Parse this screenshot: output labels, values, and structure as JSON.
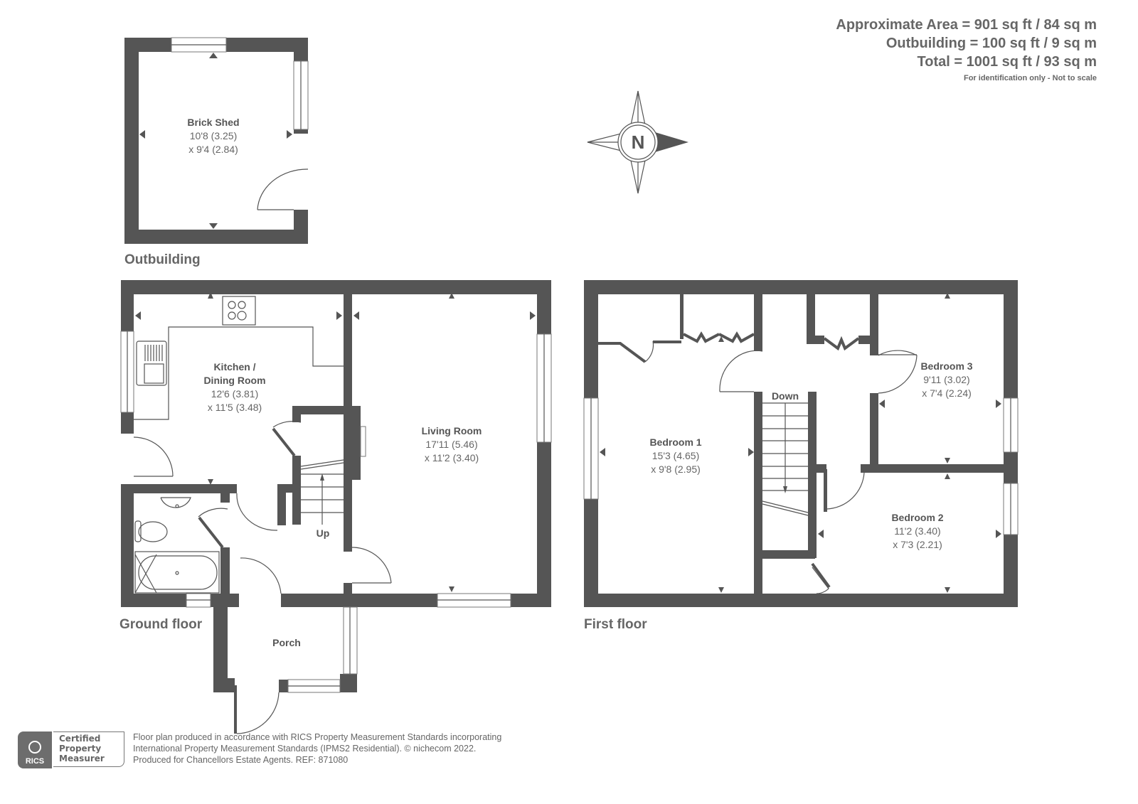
{
  "area_summary": {
    "approximate_area": "Approximate Area = 901 sq ft / 84 sq m",
    "outbuilding": "Outbuilding = 100 sq ft / 9 sq m",
    "total": "Total = 1001 sq ft / 93 sq m",
    "note": "For identification only - Not to scale"
  },
  "compass": {
    "label": "N",
    "icon": "compass-rose-icon"
  },
  "floors": {
    "outbuilding": {
      "label": "Outbuilding",
      "rooms": [
        {
          "name": "Brick Shed",
          "dim1": "10'8 (3.25)",
          "dim2": "x 9'4 (2.84)"
        }
      ]
    },
    "ground": {
      "label": "Ground floor",
      "rooms": [
        {
          "name_line1": "Kitchen /",
          "name_line2": "Dining Room",
          "dim1": "12'6 (3.81)",
          "dim2": "x 11'5 (3.48)"
        },
        {
          "name": "Living Room",
          "dim1": "17'11 (5.46)",
          "dim2": "x 11'2 (3.40)"
        },
        {
          "name": "Porch"
        }
      ],
      "stairs_label": "Up"
    },
    "first": {
      "label": "First floor",
      "rooms": [
        {
          "name": "Bedroom 1",
          "dim1": "15'3 (4.65)",
          "dim2": "x 9'8 (2.95)"
        },
        {
          "name": "Bedroom 2",
          "dim1": "11'2 (3.40)",
          "dim2": "x 7'3 (2.21)"
        },
        {
          "name": "Bedroom 3",
          "dim1": "9'11 (3.02)",
          "dim2": "x 7'4 (2.24)"
        }
      ],
      "stairs_label": "Down"
    }
  },
  "footer": {
    "badge_brand": "RICS",
    "badge_line1": "Certified",
    "badge_line2": "Property",
    "badge_line3": "Measurer",
    "text_line1": "Floor plan produced in accordance with RICS Property Measurement Standards incorporating",
    "text_line2": "International Property Measurement Standards (IPMS2 Residential).   © nichecom 2022.",
    "text_line3": "Produced for Chancellors Estate Agents.   REF: 871080"
  },
  "colors": {
    "wall": "#555555",
    "text": "#666666",
    "background": "#ffffff"
  }
}
